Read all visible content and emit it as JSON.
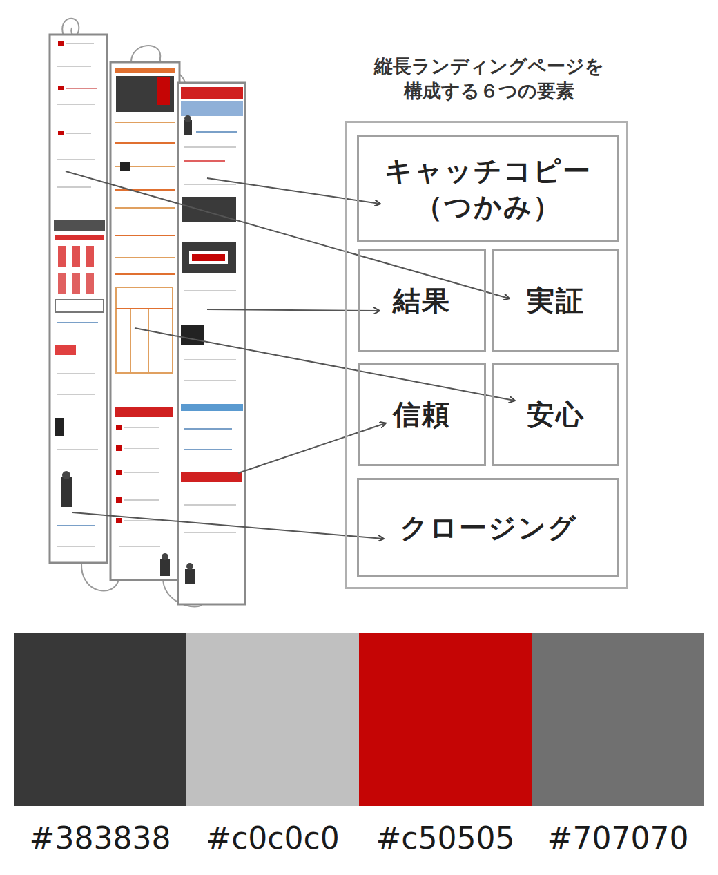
{
  "diagram": {
    "nodes": [
      {
        "text": [
          "縦長ランディングページを 構成する６つの要素"
        ]
      },
      {
        "text": [
          "キャッチコピー （つかみ）"
        ],
        "in": 0
      },
      {
        "text": [
          "結果"
        ],
        "in": 0
      },
      {
        "text": [
          "実証"
        ],
        "in": 0
      },
      {
        "text": [
          "信頼"
        ],
        "in": 0
      },
      {
        "text": [
          "安心"
        ],
        "in": 0
      },
      {
        "text": [
          "クロージング"
        ],
        "in": 0
      }
    ],
    "legend": [
      {
        "text": "#383838",
        "color": "#383838"
      },
      {
        "text": "#c0c0c0",
        "color": "#c0c0c0"
      },
      {
        "text": "#c50505",
        "color": "#c50505"
      },
      {
        "text": "#707070",
        "color": "#707070"
      }
    ]
  }
}
